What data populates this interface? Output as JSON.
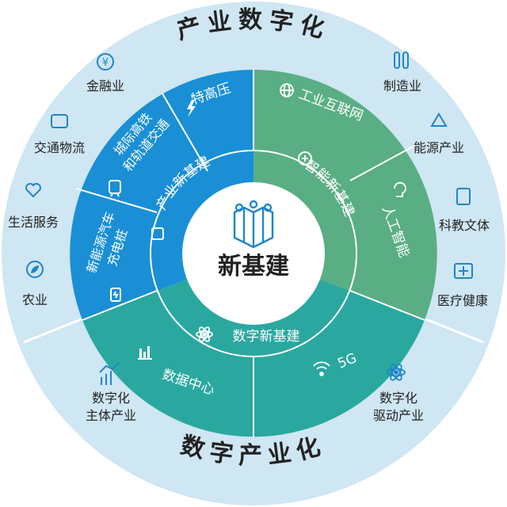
{
  "center": {
    "title": "新基建"
  },
  "ring_titles": {
    "top": "产业数字化",
    "bottom": "数字产业化"
  },
  "inner_ring": {
    "industry_infra": "产业新基建",
    "smart_infra": "智能新基建",
    "digital_infra": "数字新基建"
  },
  "middle_ring": {
    "ev_charging_line1": "新能源汽车",
    "ev_charging_line2": "充电桩",
    "rail_line1": "城际高铁",
    "rail_line2": "和轨道交通",
    "uhv": "特高压",
    "iiot": "工业互联网",
    "ai": "人工智能",
    "datacenter": "数据中心",
    "five_g": "5G"
  },
  "outer_items": {
    "finance": "金融业",
    "transport": "交通物流",
    "life": "生活服务",
    "agri": "农业",
    "manufacturing": "制造业",
    "energy": "能源产业",
    "science": "科教文体",
    "medical": "医疗健康",
    "digital_main_line1": "数字化",
    "digital_main_line2": "主体产业",
    "digital_drive_line1": "数字化",
    "digital_drive_line2": "驱动产业"
  },
  "colors": {
    "outer": "#cfe6f3",
    "blue": "#1a8fd6",
    "green": "#5aae84",
    "teal": "#2aa8a0",
    "white": "#ffffff",
    "dark": "#222222",
    "icon_blue": "#1f87c9"
  }
}
